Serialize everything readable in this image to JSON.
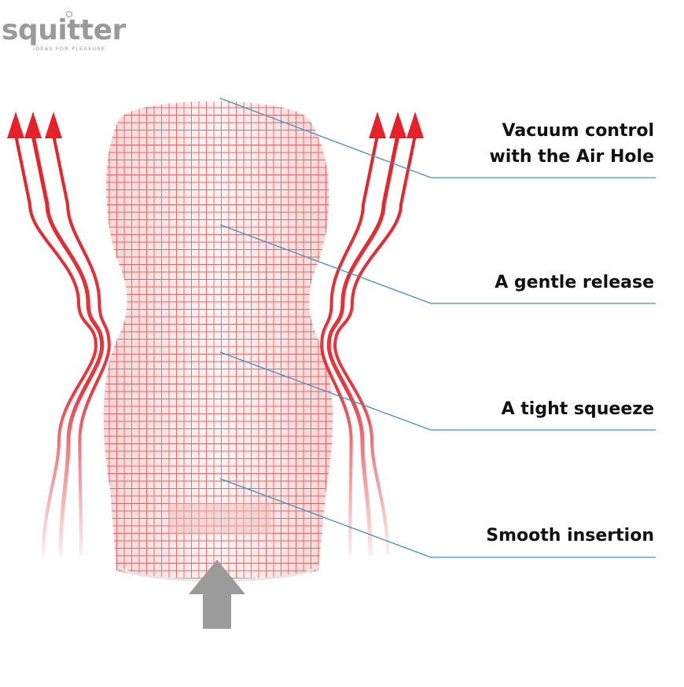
{
  "brand": {
    "name": "squitter",
    "tagline": "IDEAS FOR PLEASURE"
  },
  "callouts": [
    {
      "lines": [
        "Vacuum control",
        "with the Air Hole"
      ]
    },
    {
      "lines": [
        "A gentle release"
      ]
    },
    {
      "lines": [
        "A tight squeeze"
      ]
    },
    {
      "lines": [
        "Smooth insertion"
      ]
    }
  ],
  "colors": {
    "accent_red": "#e8202a",
    "grid_red": "#e03a3a",
    "leader_blue": "#3f8fc4",
    "logo_grey": "#9a9a9a",
    "push_arrow_grey": "#9b9b9b",
    "text_dark": "#111111"
  },
  "icons": {
    "airflow_arrows": "up-arrow-icon",
    "push_arrow": "up-arrow-icon"
  }
}
